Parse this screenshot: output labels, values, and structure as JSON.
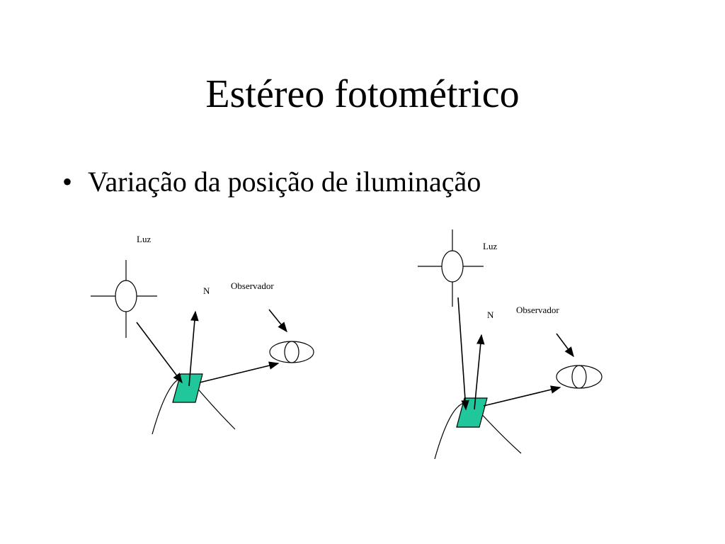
{
  "slide": {
    "title": "Estéreo fotométrico",
    "bullets": [
      "Variação da posição de iluminação"
    ],
    "bullet_symbol": "•"
  },
  "diagram": {
    "panels": [
      {
        "light_label": "Luz",
        "normal_label": "N",
        "observer_label": "Observador"
      },
      {
        "light_label": "Luz",
        "normal_label": "N",
        "observer_label": "Observador"
      }
    ],
    "colors": {
      "surface_patch": "#1fc79b",
      "stroke": "#000000"
    }
  }
}
